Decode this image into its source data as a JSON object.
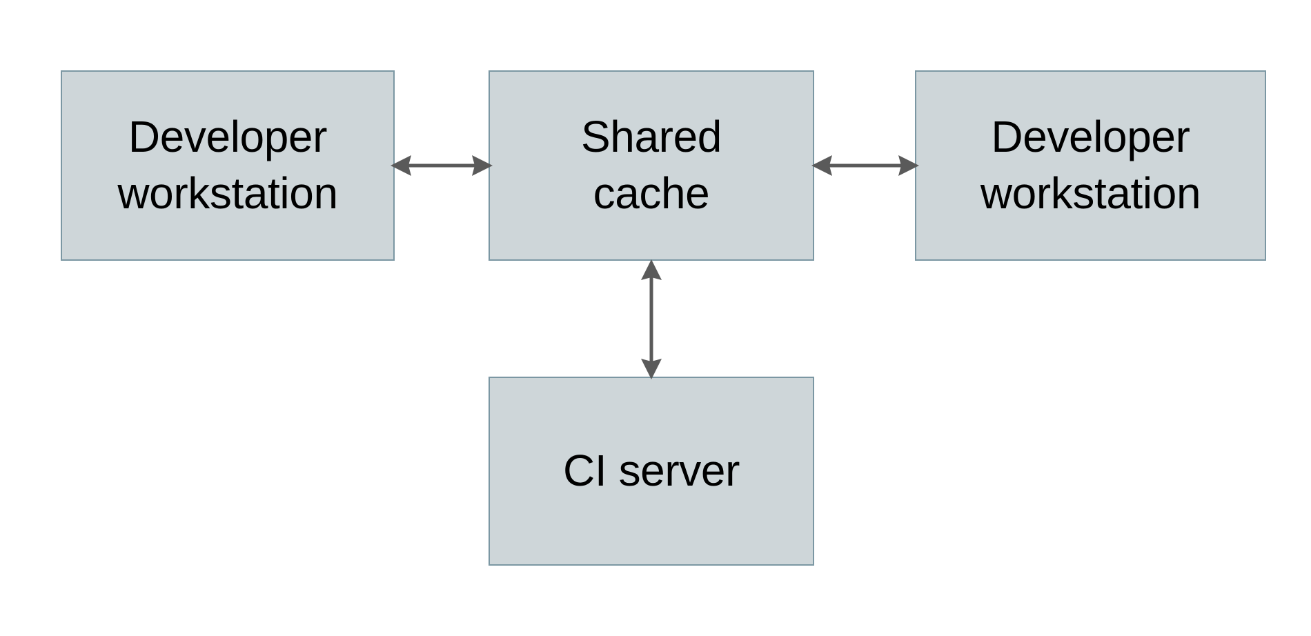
{
  "diagram": {
    "type": "block-diagram",
    "background_color": "#ffffff",
    "node_fill_color": "#ced6d9",
    "node_border_color": "#7b97a3",
    "connector_color": "#5a5a5a",
    "text_color": "#000000",
    "nodes": [
      {
        "id": "dev-left",
        "label": "Developer\nworkstation"
      },
      {
        "id": "shared",
        "label": "Shared\ncache"
      },
      {
        "id": "dev-right",
        "label": "Developer\nworkstation"
      },
      {
        "id": "ci",
        "label": "CI server"
      }
    ],
    "connectors": [
      {
        "id": "left-shared",
        "from": "dev-left",
        "to": "shared",
        "style": "double-arrow",
        "orientation": "horizontal"
      },
      {
        "id": "shared-right",
        "from": "shared",
        "to": "dev-right",
        "style": "double-arrow",
        "orientation": "horizontal"
      },
      {
        "id": "shared-ci",
        "from": "shared",
        "to": "ci",
        "style": "double-arrow",
        "orientation": "vertical"
      }
    ]
  }
}
